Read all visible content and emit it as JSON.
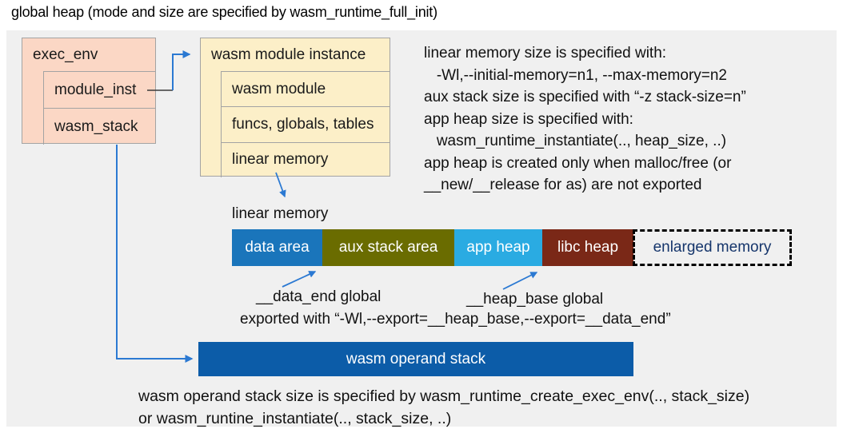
{
  "title": "global heap (mode and size are specified by wasm_runtime_full_init)",
  "exec_env_box": {
    "header": "exec_env",
    "rows": [
      "module_inst",
      "wasm_stack"
    ]
  },
  "module_instance_box": {
    "header": "wasm module instance",
    "rows": [
      "wasm module",
      "funcs, globals, tables",
      "linear memory"
    ]
  },
  "notes_top": {
    "lines": [
      "linear memory size is specified with:",
      "   -Wl,--initial-memory=n1, --max-memory=n2",
      "aux stack size is specified with “-z stack-size=n”",
      "app heap size is specified with:",
      "   wasm_runtime_instantiate(.., heap_size, ..)",
      "app heap is created only when malloc/free (or",
      "__new/__release for as) are not exported"
    ]
  },
  "linear_memory": {
    "label": "linear memory",
    "segments": [
      {
        "label": "data area",
        "color": "#1a75bb"
      },
      {
        "label": "aux stack area",
        "color": "#6a6c00"
      },
      {
        "label": "app heap",
        "color": "#2aabe2"
      },
      {
        "label": "libc heap",
        "color": "#7a2817"
      },
      {
        "label": "enlarged memory",
        "color": "dashed-outline",
        "text_color": "#15356b"
      }
    ],
    "annotations": {
      "data_end": "__data_end global",
      "heap_base": "__heap_base global",
      "exported": "exported with “-Wl,--export=__heap_base,--export=__data_end”"
    }
  },
  "operand_stack": {
    "label": "wasm operand stack",
    "color": "#0c5ca8"
  },
  "notes_bottom": {
    "lines": [
      "wasm operand stack size is specified by wasm_runtime_create_exec_env(.., stack_size)",
      "or wasm_runtine_instantiate(.., stack_size, ..)"
    ]
  },
  "colors": {
    "panel_bg": "#f0f0f0",
    "exec_env_fill": "#fbd7c5",
    "module_instance_fill": "#fcefc8",
    "box_border": "#a3a3a3",
    "arrow": "#2b79d2"
  }
}
